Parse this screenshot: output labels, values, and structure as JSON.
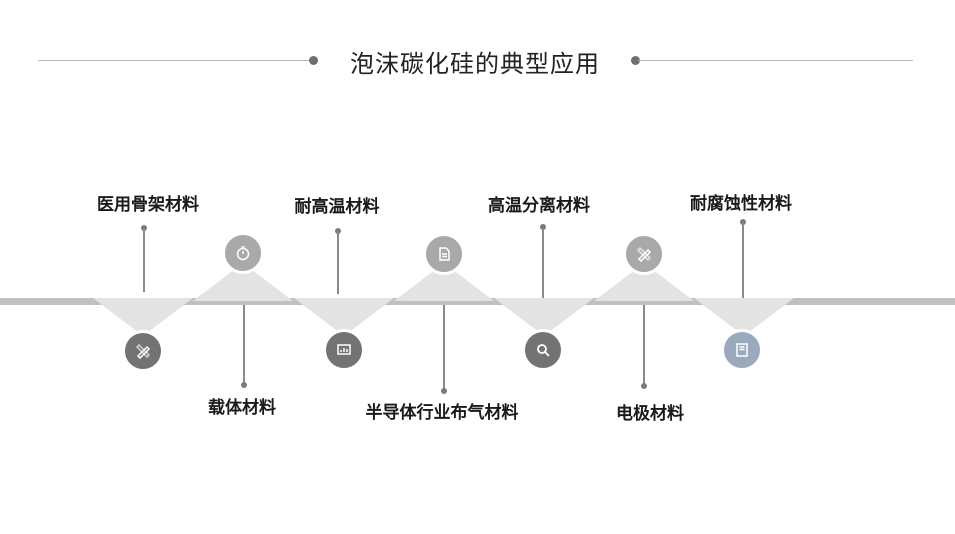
{
  "title": "泡沫碳化硅的典型应用",
  "colors": {
    "node_dark": "#737373",
    "node_mid": "#a9a9a9",
    "node_accent": "#9aa9bd",
    "triangle": "#e3e3e3",
    "timeline": "#c0c0c0"
  },
  "applications": [
    {
      "label": "医用骨架材料",
      "icon": "pencil-ruler-icon"
    },
    {
      "label": "载体材料",
      "icon": "stopwatch-icon"
    },
    {
      "label": "耐高温材料",
      "icon": "chart-monitor-icon"
    },
    {
      "label": "半导体行业布气材料",
      "icon": "document-icon"
    },
    {
      "label": "高温分离材料",
      "icon": "magnifier-icon"
    },
    {
      "label": "电极材料",
      "icon": "pencil-ruler-icon"
    },
    {
      "label": "耐腐蚀性材料",
      "icon": "book-icon"
    }
  ]
}
